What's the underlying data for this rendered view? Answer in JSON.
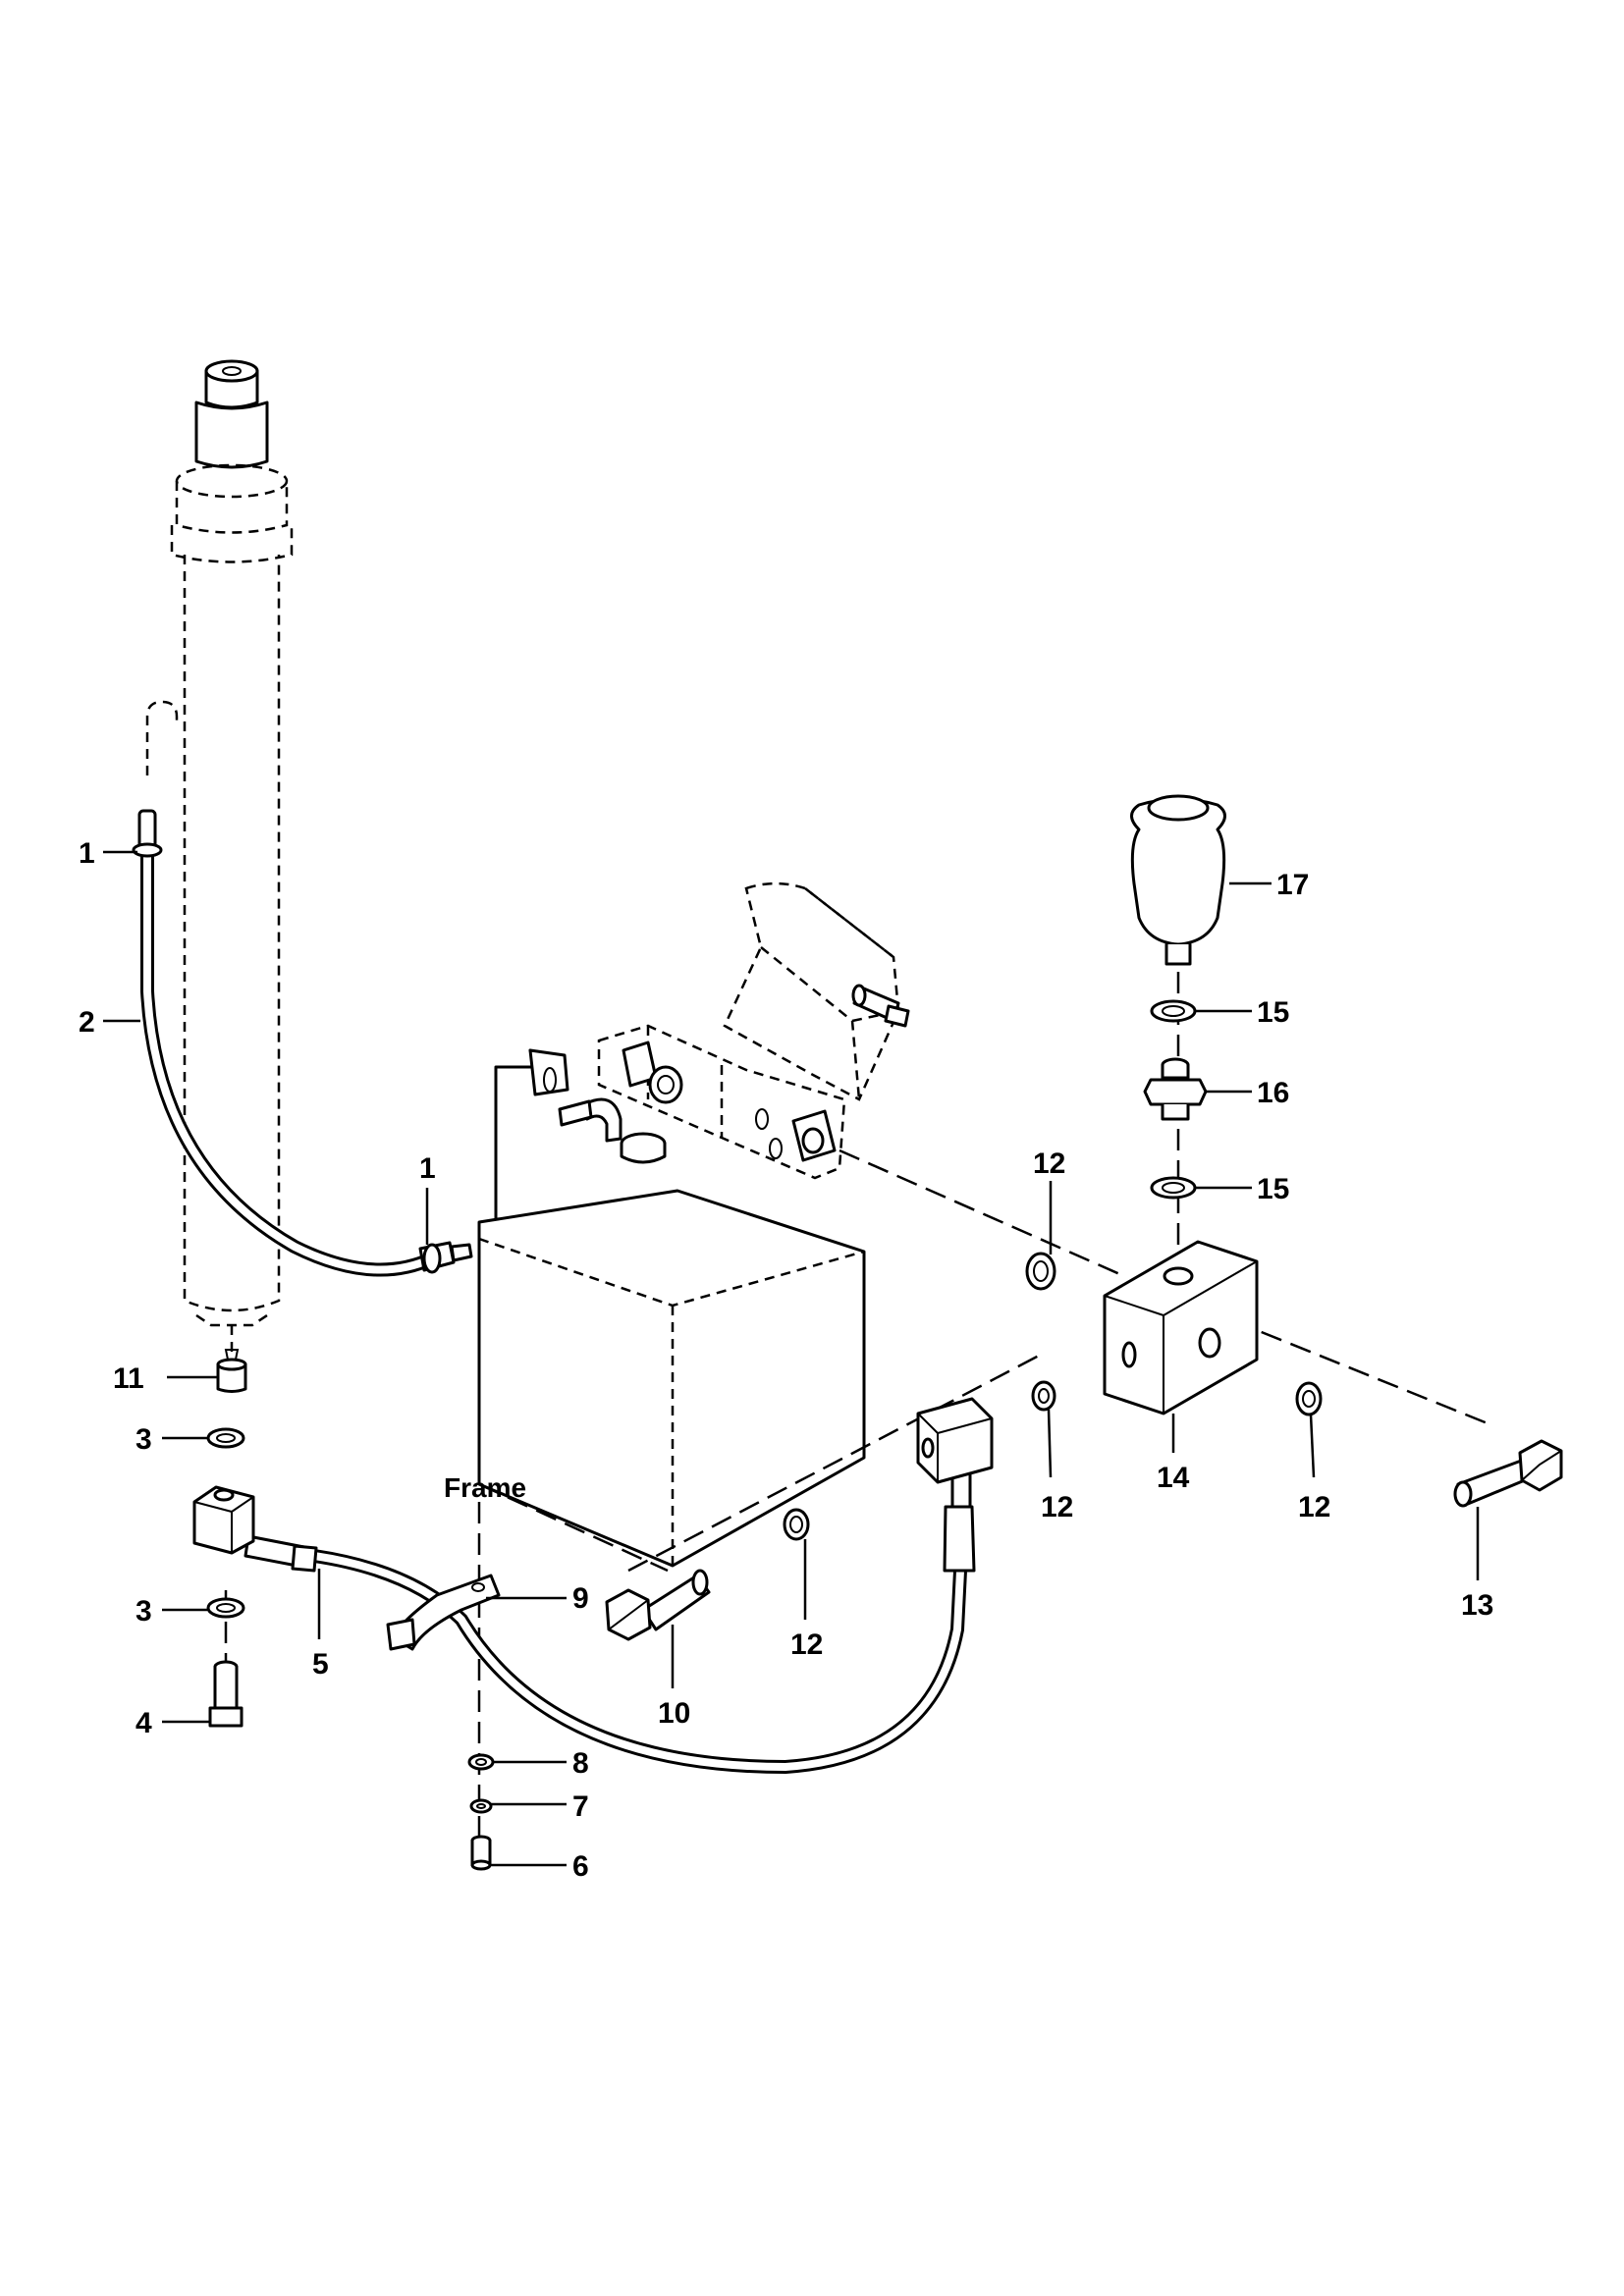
{
  "frame_label": "Frame",
  "callouts": {
    "c1a": "1",
    "c1b": "1",
    "c2": "2",
    "c3a": "3",
    "c3b": "3",
    "c4": "4",
    "c5": "5",
    "c6": "6",
    "c7": "7",
    "c8": "8",
    "c9": "9",
    "c10": "10",
    "c11": "11",
    "c12a": "12",
    "c12b": "12",
    "c12c": "12",
    "c12d": "12",
    "c13": "13",
    "c14": "14",
    "c15a": "15",
    "c15b": "15",
    "c16": "16",
    "c17": "17"
  }
}
